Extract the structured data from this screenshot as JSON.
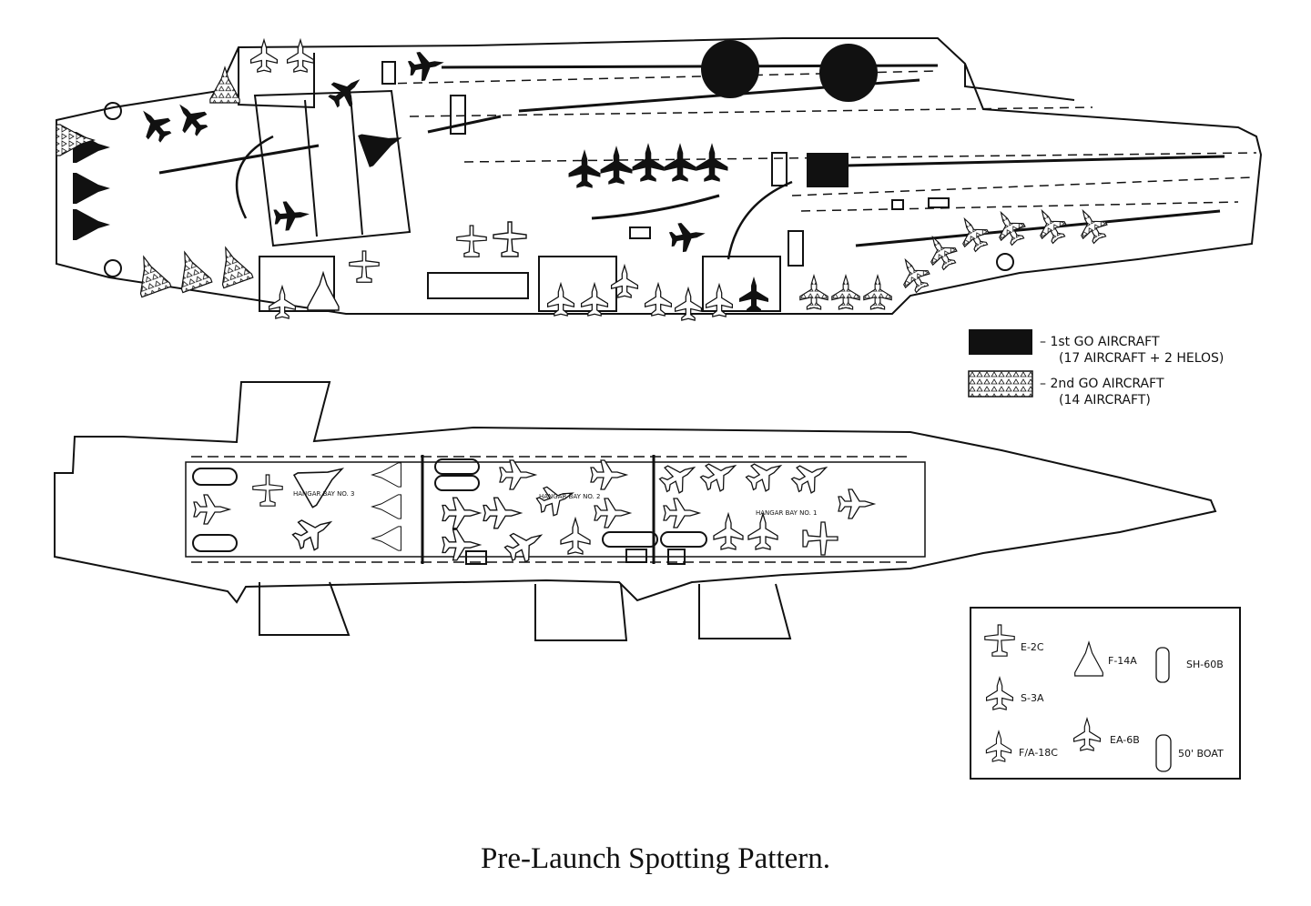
{
  "caption": "Pre-Launch Spotting Pattern.",
  "legend_go": {
    "first_go_label": "– 1st GO AIRCRAFT",
    "first_go_count": "(17 AIRCRAFT + 2 HELOS)",
    "second_go_label": "– 2nd GO AIRCRAFT",
    "second_go_count": "(14 AIRCRAFT)"
  },
  "hangar_labels": [
    "HANGAR BAY NO. 3",
    "HANGAR BAY NO. 2",
    "HANGAR BAY NO. 1"
  ],
  "aircraft_key": {
    "e2c": "E-2C",
    "s3a": "S-3A",
    "fa18c": "F/A-18C",
    "f14a": "F-14A",
    "ea6b": "EA-6B",
    "sh60b": "SH-60B",
    "boat": "50' BOAT"
  },
  "colors": {
    "ink": "#111111",
    "background": "#ffffff",
    "first_go_fill": "#111111"
  }
}
